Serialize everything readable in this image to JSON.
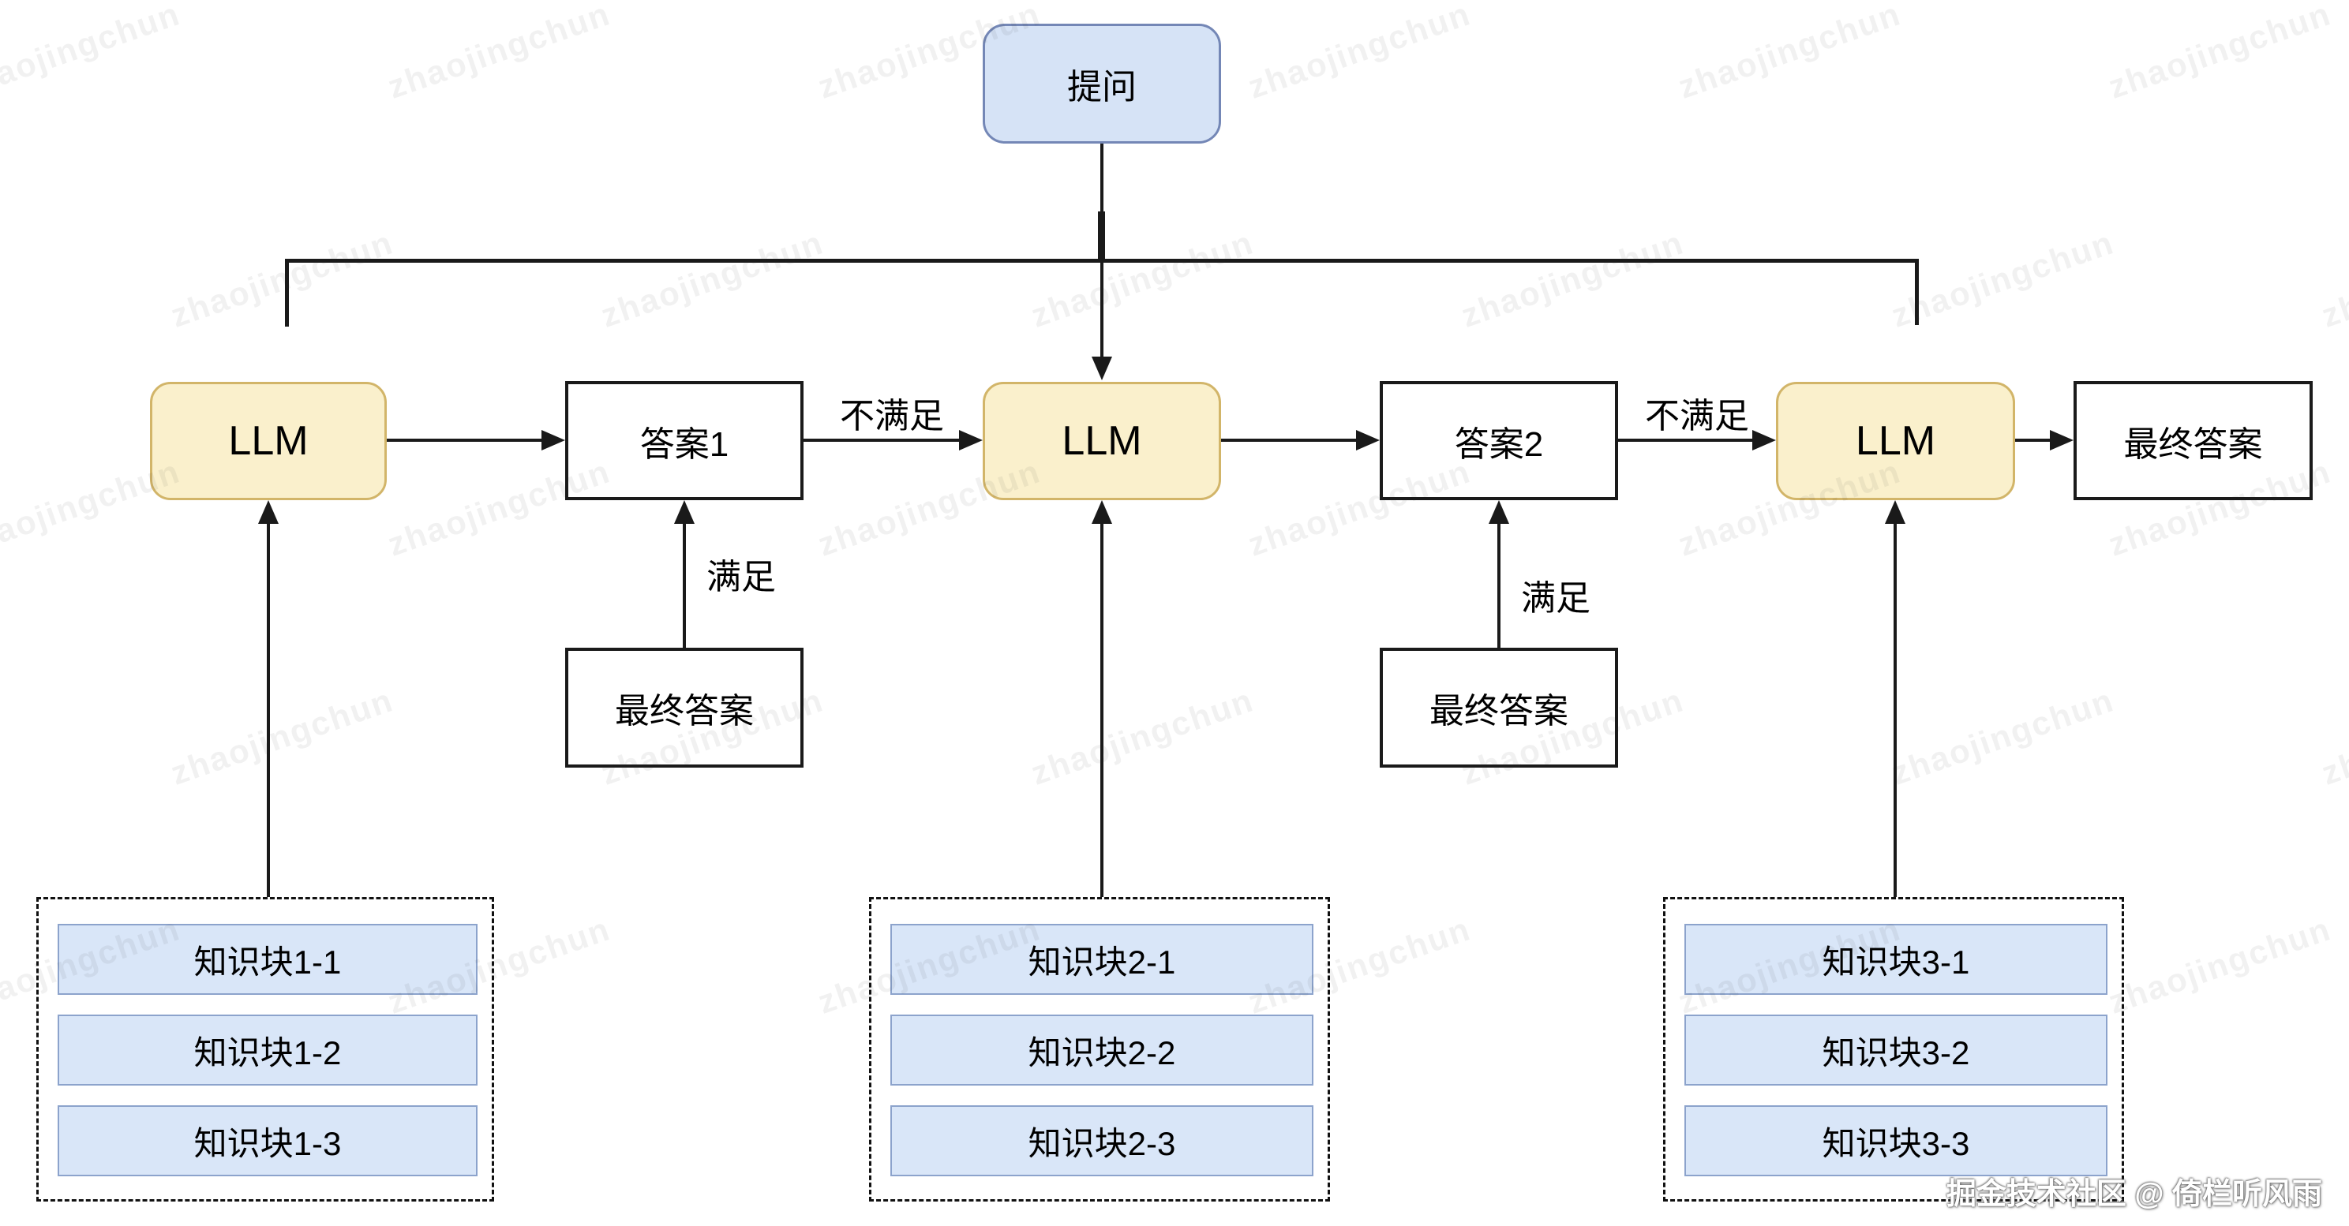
{
  "diagram": {
    "nodes": {
      "question": "提问",
      "llm1": "LLM",
      "llm2": "LLM",
      "llm3": "LLM",
      "answer1": "答案1",
      "answer2": "答案2",
      "final_answer_under_answer1": "最终答案",
      "final_answer_under_answer2": "最终答案",
      "final_answer_right": "最终答案"
    },
    "edge_labels": {
      "not_satisfied_1": "不满足",
      "not_satisfied_2": "不满足",
      "satisfied_1": "满足",
      "satisfied_2": "满足"
    },
    "knowledge_groups": [
      {
        "chunks": [
          "知识块1-1",
          "知识块1-2",
          "知识块1-3"
        ]
      },
      {
        "chunks": [
          "知识块2-1",
          "知识块2-2",
          "知识块2-3"
        ]
      },
      {
        "chunks": [
          "知识块3-1",
          "知识块3-2",
          "知识块3-3"
        ]
      }
    ],
    "watermark": {
      "text": "zhaojingchun"
    },
    "credit": "掘金技术社区 @ 倚栏听风雨",
    "colors": {
      "question_fill": "#D6E3F6",
      "question_border": "#7487B6",
      "llm_fill": "#FAF0CC",
      "llm_border": "#D2B569",
      "chunk_fill": "#D9E6F8",
      "chunk_border": "#8CA3CC",
      "line": "#1A1A1A"
    }
  }
}
